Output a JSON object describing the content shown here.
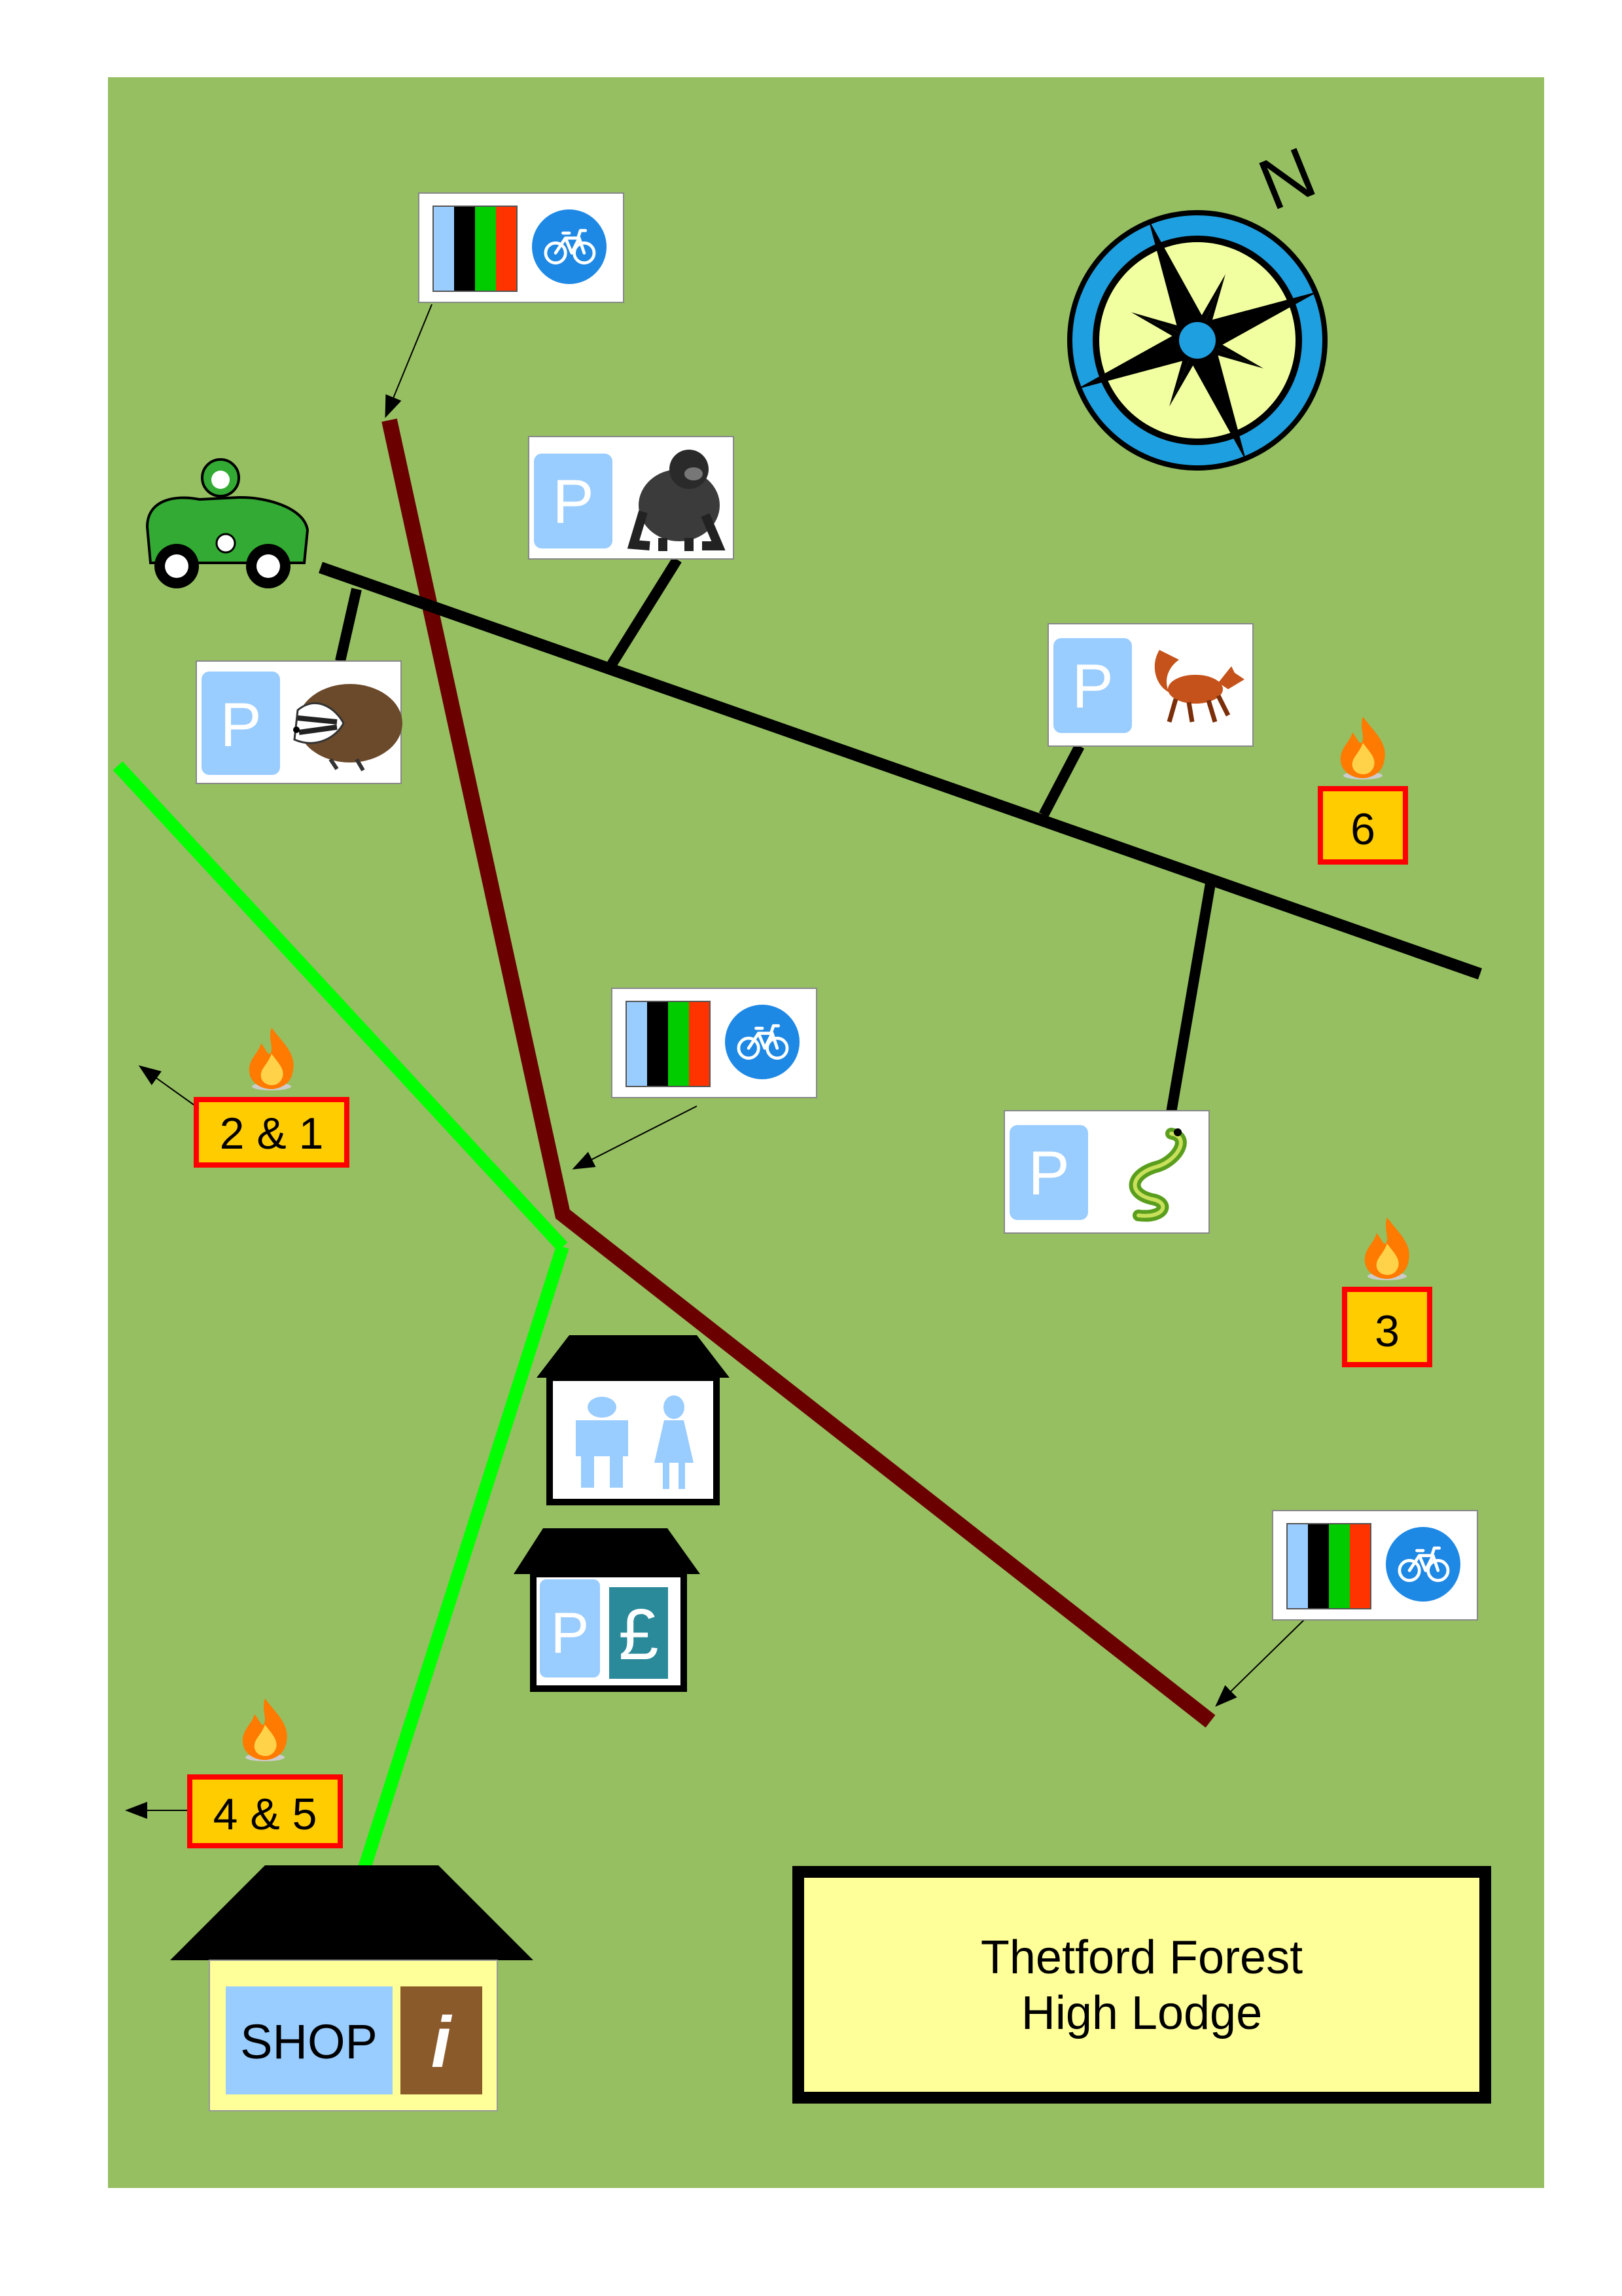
{
  "title": {
    "line1": "Thetford Forest",
    "line2": "High Lodge"
  },
  "compass": {
    "north_label": "N"
  },
  "colors": {
    "background": "#95bf61",
    "road": "#000000",
    "red_trail": "#6b0000",
    "green_trail": "#00ff00",
    "title_box": "#ffff99",
    "fire_badge_fill": "#ffcc00",
    "fire_badge_border": "#ff0000",
    "parking_tile": "#99ccff",
    "compass_ring": "#1e9fe0",
    "info_tile": "#8b5a2b"
  },
  "parking": {
    "label": "P",
    "car_parks": [
      {
        "animal": "badger"
      },
      {
        "animal": "gorilla"
      },
      {
        "animal": "fox"
      },
      {
        "animal": "snake"
      }
    ],
    "pay_symbol": "£"
  },
  "fire_sites": [
    {
      "label": "6"
    },
    {
      "label": "2 & 1"
    },
    {
      "label": "3"
    },
    {
      "label": "4 & 5"
    }
  ],
  "trail_signs": [
    {
      "stripes": [
        "#99ccff",
        "#000000",
        "#00cc00",
        "#ff3300"
      ],
      "icon": "bicycle"
    },
    {
      "stripes": [
        "#99ccff",
        "#000000",
        "#00cc00",
        "#ff3300"
      ],
      "icon": "bicycle"
    },
    {
      "stripes": [
        "#99ccff",
        "#000000",
        "#00cc00",
        "#ff3300"
      ],
      "icon": "bicycle"
    }
  ],
  "shop": {
    "label": "SHOP",
    "info_label": "i"
  },
  "buildings": [
    {
      "type": "toilets"
    },
    {
      "type": "pay-and-display"
    },
    {
      "type": "shop-and-info"
    }
  ]
}
